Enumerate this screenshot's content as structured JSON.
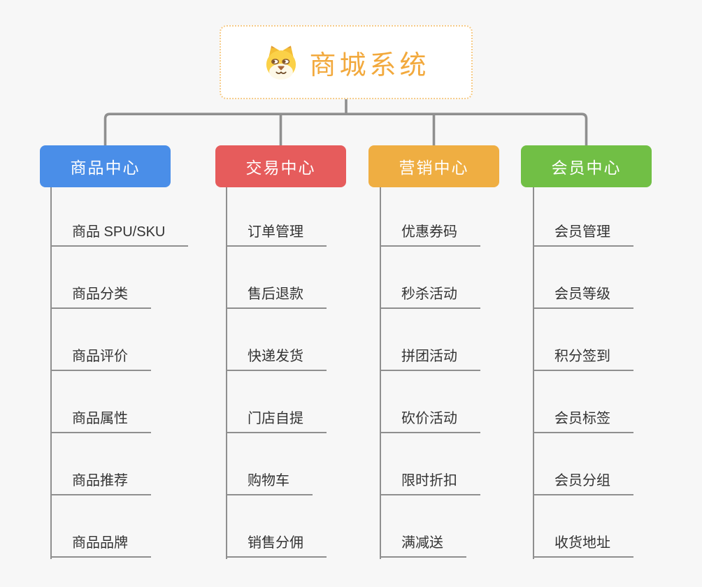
{
  "page": {
    "background": "#F7F7F7",
    "connector_color": "#8F8F8F"
  },
  "root": {
    "title": "商城系统",
    "icon": "dog-face-icon",
    "title_color": "#F2A93D",
    "border_color": "#F6CB87"
  },
  "branches": [
    {
      "id": "product-center",
      "label": "商品中心",
      "color": "#4A8EE8",
      "items": [
        "商品 SPU/SKU",
        "商品分类",
        "商品评价",
        "商品属性",
        "商品推荐",
        "商品品牌"
      ]
    },
    {
      "id": "trade-center",
      "label": "交易中心",
      "color": "#E65C5C",
      "items": [
        "订单管理",
        "售后退款",
        "快递发货",
        "门店自提",
        "购物车",
        "销售分佣"
      ]
    },
    {
      "id": "marketing-center",
      "label": "营销中心",
      "color": "#EFAE42",
      "items": [
        "优惠券码",
        "秒杀活动",
        "拼团活动",
        "砍价活动",
        "限时折扣",
        "满减送"
      ]
    },
    {
      "id": "member-center",
      "label": "会员中心",
      "color": "#71BF45",
      "items": [
        "会员管理",
        "会员等级",
        "积分签到",
        "会员标签",
        "会员分组",
        "收货地址"
      ]
    }
  ]
}
